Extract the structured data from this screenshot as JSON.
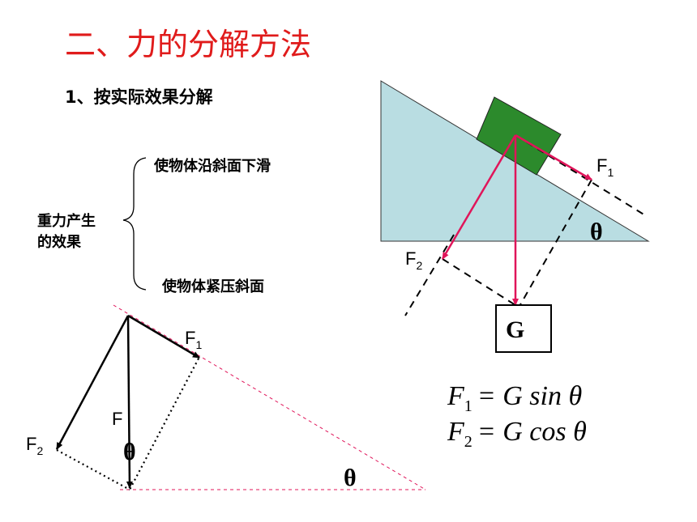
{
  "title": "二、力的分解方法",
  "subtitle": "1、按实际效果分解",
  "gravity_effect": {
    "label_line1": "重力产生",
    "label_line2": "的效果",
    "effects": [
      "使物体沿斜面下滑",
      "使物体紧压斜面"
    ]
  },
  "incline": {
    "G": "G",
    "F1": "F",
    "F1_sub": "1",
    "F2": "F",
    "F2_sub": "2",
    "angle": "θ"
  },
  "triangle": {
    "F": "F",
    "F1": "F",
    "F1_sub": "1",
    "F2": "F",
    "F2_sub": "2",
    "angle_inner": "θ",
    "angle_outer": "θ"
  },
  "formulas": {
    "f1_F": "F",
    "f1_sub": "1",
    "f1_rhs": "= G sin θ",
    "f2_F": "F",
    "f2_sub": "2",
    "f2_rhs": "= G cos θ"
  },
  "colors": {
    "title": "#e01b1b",
    "incline_fill": "#b9dde2",
    "block_fill": "#2c8a2c",
    "force_arrow": "#e0155a",
    "dashed_guide": "#e0155a"
  }
}
